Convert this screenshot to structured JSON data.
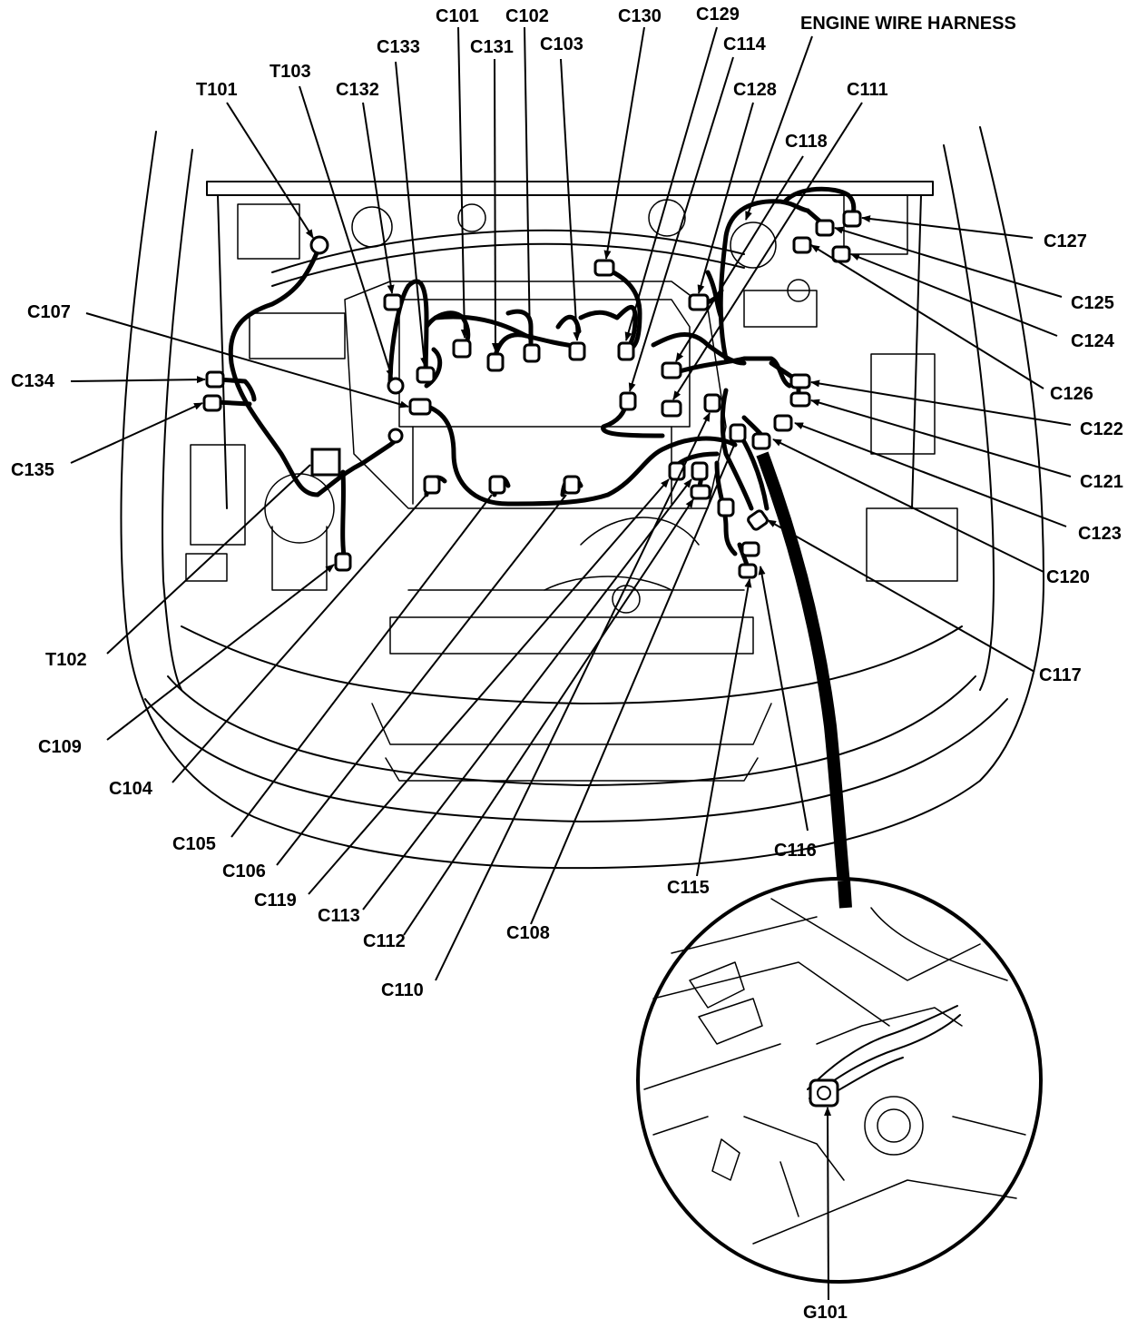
{
  "title": "ENGINE WIRE HARNESS",
  "labels": {
    "c101": "C101",
    "c102": "C102",
    "c103": "C103",
    "c104": "C104",
    "c105": "C105",
    "c106": "C106",
    "c107": "C107",
    "c108": "C108",
    "c109": "C109",
    "c110": "C110",
    "c111": "C111",
    "c112": "C112",
    "c113": "C113",
    "c114": "C114",
    "c115": "C115",
    "c116": "C116",
    "c117": "C117",
    "c118": "C118",
    "c119": "C119",
    "c120": "C120",
    "c121": "C121",
    "c122": "C122",
    "c123": "C123",
    "c124": "C124",
    "c125": "C125",
    "c126": "C126",
    "c127": "C127",
    "c128": "C128",
    "c129": "C129",
    "c130": "C130",
    "c131": "C131",
    "c132": "C132",
    "c133": "C133",
    "c134": "C134",
    "c135": "C135",
    "t101": "T101",
    "t102": "T102",
    "t103": "T103",
    "g101": "G101"
  }
}
